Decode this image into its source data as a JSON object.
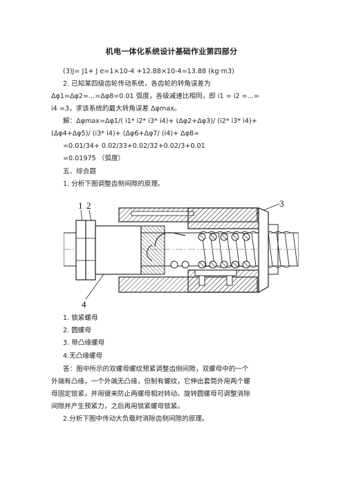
{
  "title": "机电一体化系统设计基础作业第四部分",
  "lines": [
    "(3)J= J1+ J e=1×10-4 +12.88×10-4=13.88 (kg·m3)",
    "2. 已知某四级齿轮传动系统，各齿轮的转角误差为",
    "Δφ1=Δφ2=...=Δφ8=0.01 弧度，各级减速比相同，即 i1 = i2 =...=",
    "i4 =3，求该系统的最大转角误差 Δφmax。",
    "解：Δφmax=Δφ1/( i1* i2* i3* i4)+ (Δφ2+Δφ3)/ (i2* i3* i4)+",
    "(Δφ4+Δφ5)/ (i3* i4)+ (Δφ6+Δφ7/ (i4)+ Δφ8=",
    "=0.01/34+ 0.02/33+0.02/32+0.02/3+0.01",
    "=0.01975 （弧度）",
    "五、综合题",
    "1. 分析下图调整齿侧间隙的原理。"
  ],
  "figure": {
    "label_1": "1",
    "label_2": "2",
    "label_3": "3",
    "label_4": "4"
  },
  "parts": [
    "1. 锁紧螺母",
    "2. 圆螺母",
    "3. 带凸缘螺母",
    "4.无凸缘螺母"
  ],
  "answer": [
    "答：图中所示的双螺母螺纹预紧调整齿侧间隙，双螺母中的一个",
    "外端有凸缘，一个外端无凸缘，但制有螺纹，它伸出套筒外用两个螺",
    "母固定锁紧，并用键来防止两螺母相对转动。旋转圆螺母可调整消除",
    "间隙并产生预紧力，之后再用锁紧螺母锁紧。"
  ],
  "question_2": "2.分析下图中传动大负载时消除齿侧间隙的原理。"
}
